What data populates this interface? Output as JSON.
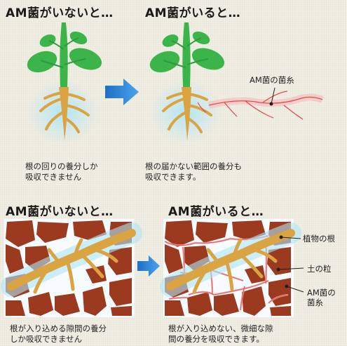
{
  "top": {
    "left_heading": "AM菌がいないと…",
    "right_heading": "AM菌がいると…",
    "hyphae_label": "AM菌の菌糸",
    "left_caption": [
      "根の回りの養分しか",
      "吸収できません"
    ],
    "right_caption": [
      "根の届かない範囲の養分も",
      "吸収できます。"
    ]
  },
  "bottom": {
    "left_heading": "AM菌がいないと…",
    "right_heading": "AM菌がいると…",
    "labels": {
      "root": "植物の根",
      "soil": "土の粒",
      "fungus": [
        "AM菌の",
        "菌糸"
      ]
    },
    "left_caption": [
      "根が入り込める隙間の養分",
      "しか吸収できません"
    ],
    "right_caption": [
      "根が入り込めない、微細な隙",
      "間の養分を吸収できます。"
    ]
  },
  "colors": {
    "leaf": "#3bb54a",
    "root": "#d9a441",
    "soil": "#9b3a1e",
    "arrow": "#2e86d6",
    "hyphae": "#e24a4a",
    "glow": "#7fd3f2"
  }
}
